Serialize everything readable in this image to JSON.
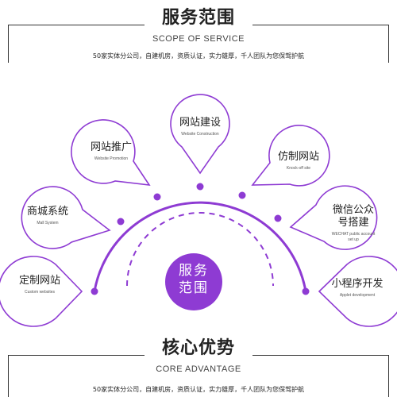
{
  "service_section": {
    "title": "服务范围",
    "subtitle": "SCOPE OF SERVICE",
    "description": "50家实体分公司，自建机房，资质认证，实力雄厚，千人团队为您保驾护航"
  },
  "diagram": {
    "center_label_line1": "服务",
    "center_label_line2": "范围",
    "nodes": [
      {
        "title": "定制网站",
        "subtitle": "Custom websites"
      },
      {
        "title": "商城系统",
        "subtitle": "Mall System"
      },
      {
        "title": "网站推广",
        "subtitle": "Website Promotion"
      },
      {
        "title": "网站建设",
        "subtitle": "Website Construction"
      },
      {
        "title": "仿制网站",
        "subtitle": "Knock-off site"
      },
      {
        "title_line1": "微信公众",
        "title_line2": "号搭建",
        "subtitle_line1": "WECHAT public account",
        "subtitle_line2": "set up"
      },
      {
        "title": "小程序开发",
        "subtitle": "Applet development"
      }
    ]
  },
  "advantage_section": {
    "title": "核心优势",
    "subtitle": "CORE ADVANTAGE",
    "description": "50家实体分公司，自建机房，资质认证，实力雄厚，千人团队为您保驾护航"
  },
  "colors": {
    "accent": "#8e3bd3",
    "center_fill": "#8e3bd3",
    "dashed_arc": "#8e3bd3",
    "pin_stroke": "#8e3bd3",
    "text": "#222222"
  }
}
